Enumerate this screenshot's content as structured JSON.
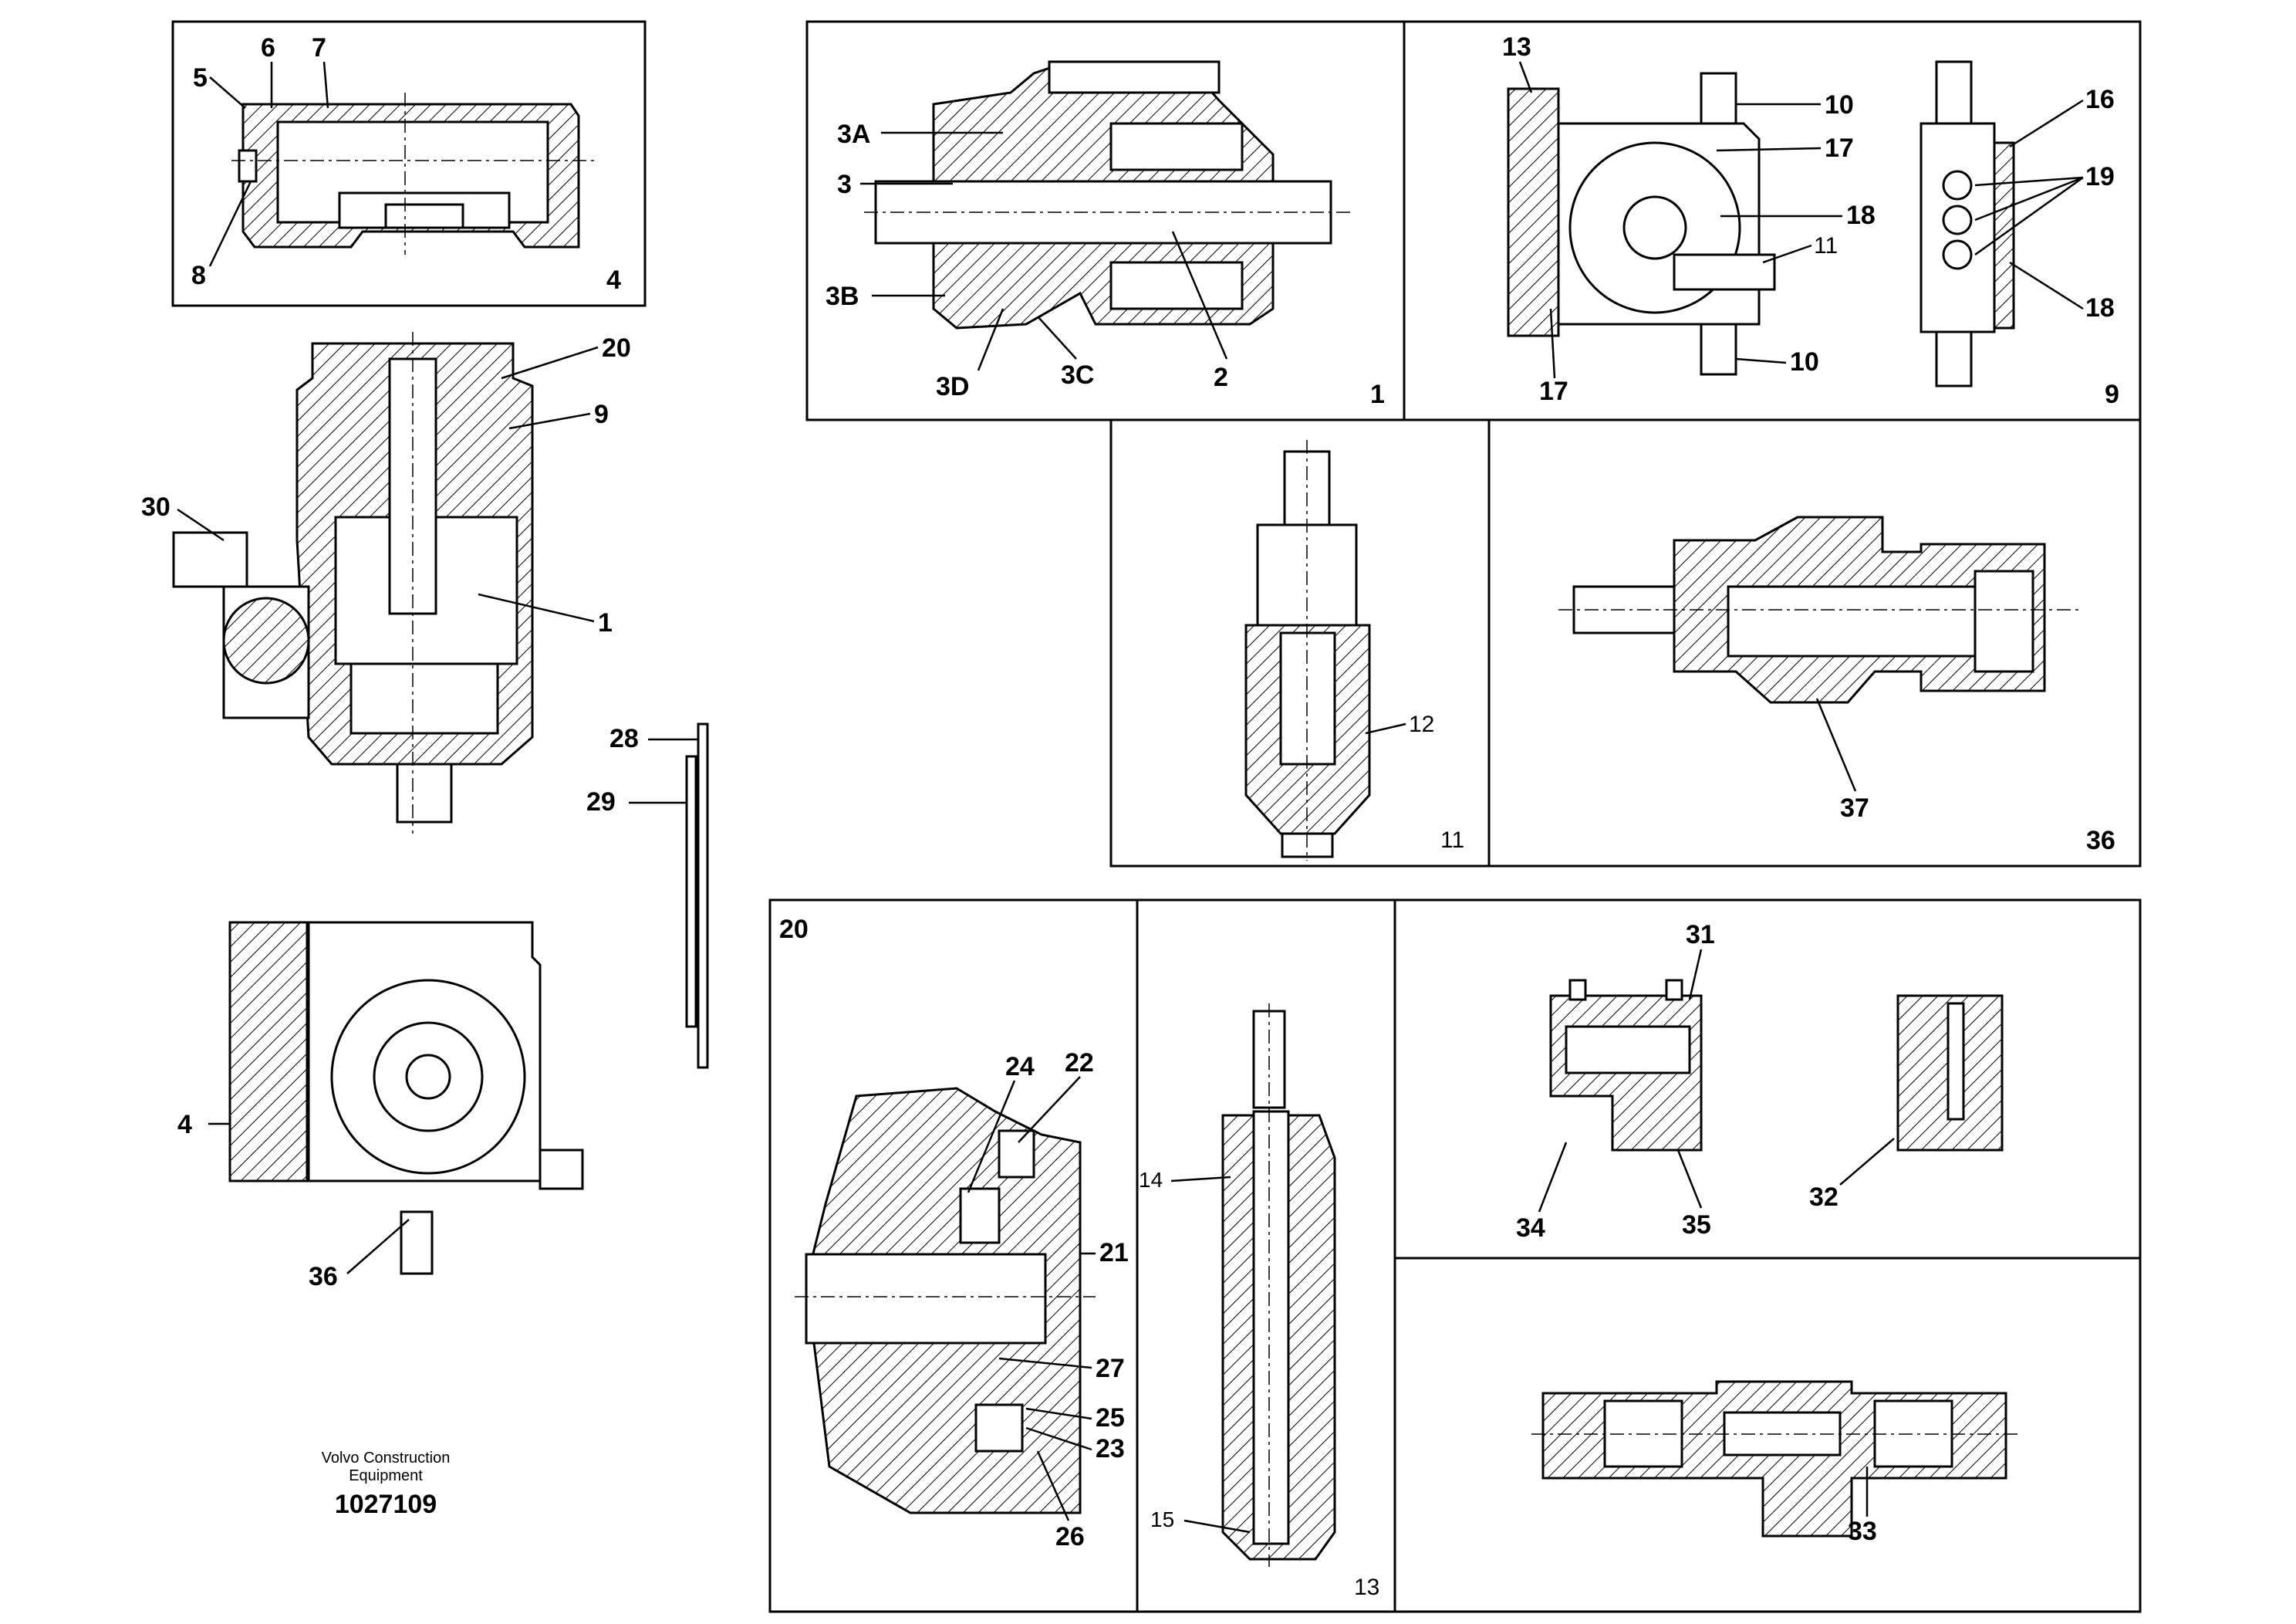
{
  "document_id": "1027109",
  "company": [
    "Volvo Construction",
    "Equipment"
  ],
  "panel_labels": {
    "p4": "4",
    "p1": "1",
    "p9": "9",
    "p11": "11",
    "p36": "36",
    "p20": "20",
    "p13": "13"
  },
  "callouts": {
    "p4_5": "5",
    "p4_6": "6",
    "p4_7": "7",
    "p4_8": "8",
    "m_20": "20",
    "m_9": "9",
    "m_30": "30",
    "m_1": "1",
    "m_28": "28",
    "m_29": "29",
    "m_4": "4",
    "m_36": "36",
    "p1_3A": "3A",
    "p1_3": "3",
    "p1_3B": "3B",
    "p1_3D": "3D",
    "p1_3C": "3C",
    "p1_2": "2",
    "p9_13": "13",
    "p9_10a": "10",
    "p9_17a": "17",
    "p9_18a": "18",
    "p9_11": "11",
    "p9_17b": "17",
    "p9_10b": "10",
    "p9_16": "16",
    "p9_19": "19",
    "p9_18b": "18",
    "p11_12": "12",
    "p36_37": "37",
    "p20_24": "24",
    "p20_22": "22",
    "p20_21": "21",
    "p20_27": "27",
    "p20_25": "25",
    "p20_23": "23",
    "p20_26": "26",
    "p13_14": "14",
    "p13_15": "15",
    "pv_31": "31",
    "pv_34": "34",
    "pv_35": "35",
    "pv_32": "32",
    "pv_33": "33"
  }
}
